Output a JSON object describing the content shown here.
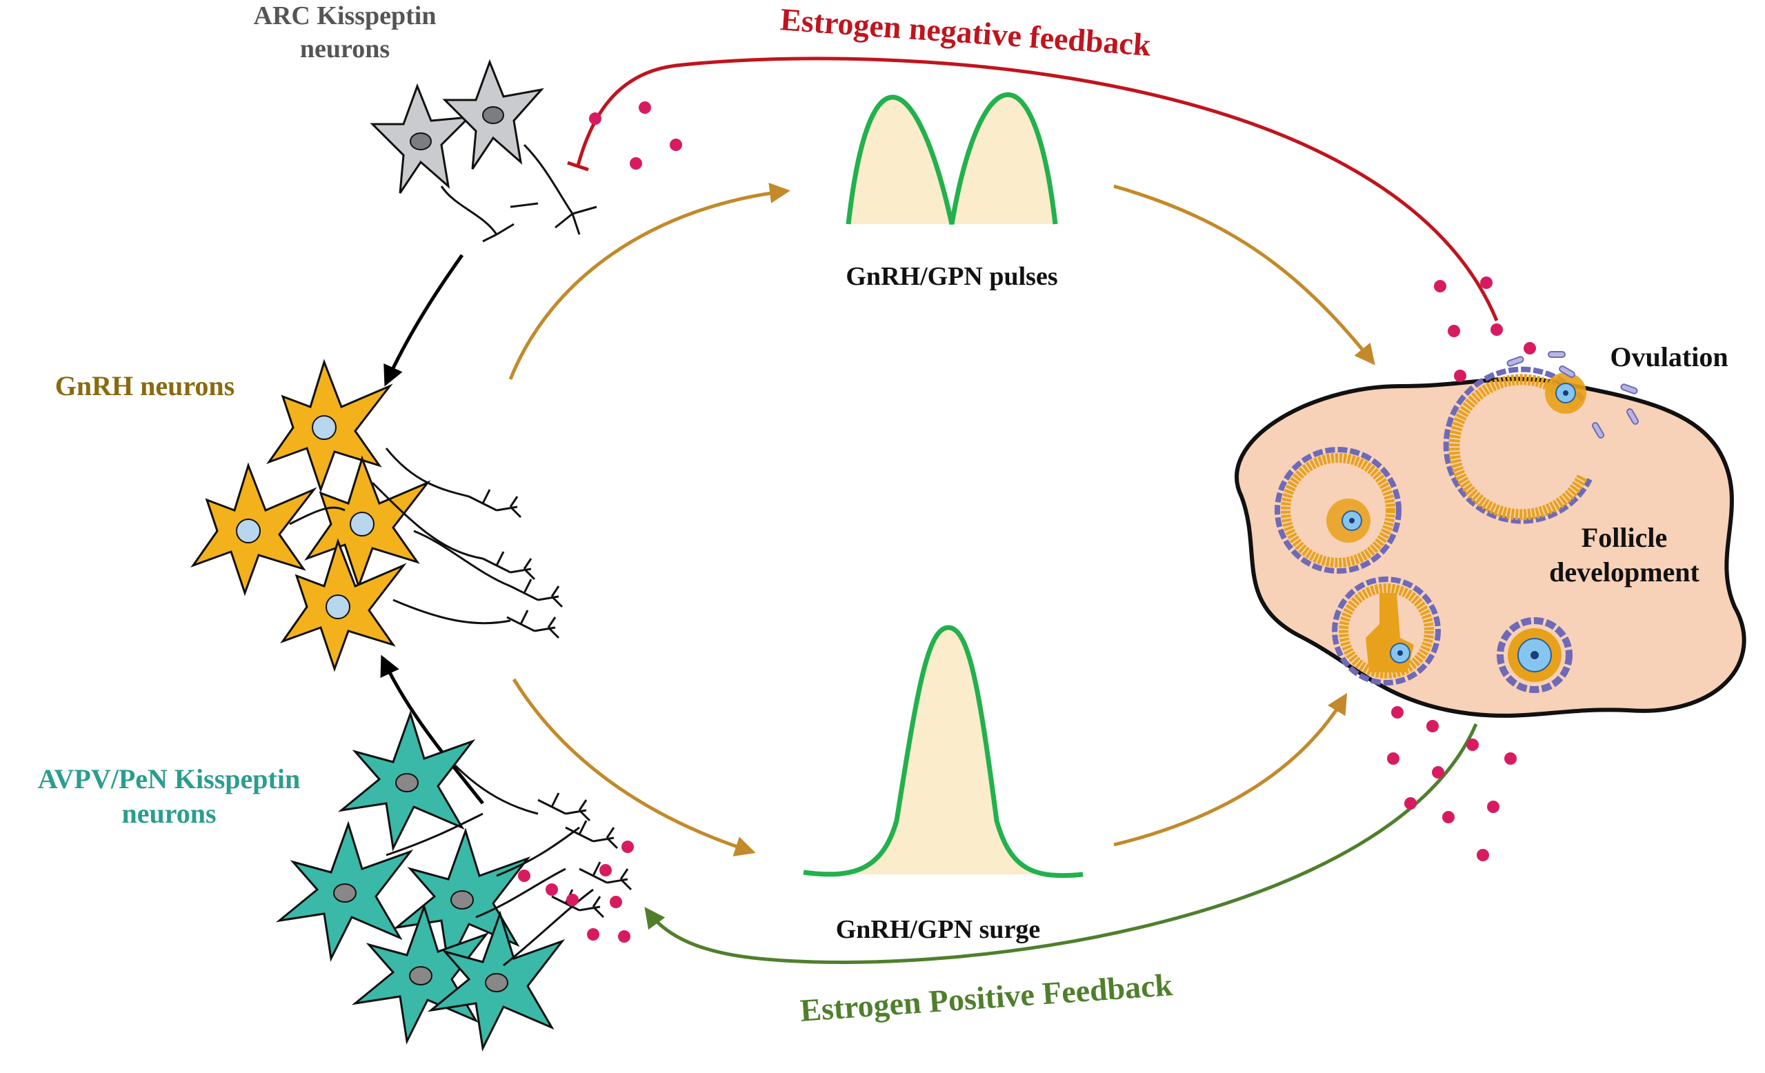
{
  "labels": {
    "arc_kisspeptin": "ARC Kisspeptin\nneurons",
    "gnrh_neurons": "GnRH neurons",
    "avpv_kisspeptin": "AVPV/PeN Kisspeptin\nneurons",
    "pulses": "GnRH/GPN pulses",
    "surge": "GnRH/GPN surge",
    "negative_feedback": "Estrogen negative feedback",
    "positive_feedback": "Estrogen Positive Feedback",
    "ovulation": "Ovulation",
    "follicle_development": "Follicle\ndevelopment"
  },
  "colors": {
    "negative_feedback": "#c0141e",
    "positive_feedback": "#4f7f2c",
    "gnrh": "#8a6a10",
    "avpv": "#2a9d8f",
    "arc": "#555555",
    "pulse_line": "#22b14c",
    "pulse_fill": "#fbeccc",
    "flow_arrow": "#c28a2a",
    "estrogen_dot": "#d81b60",
    "ovary_fill": "#f7d1b8",
    "granulosa": "#e8a11a",
    "gnrh_cell": "#f3b11c",
    "avpv_cell": "#3ab9a8",
    "arc_cell": "#c9cbce"
  }
}
